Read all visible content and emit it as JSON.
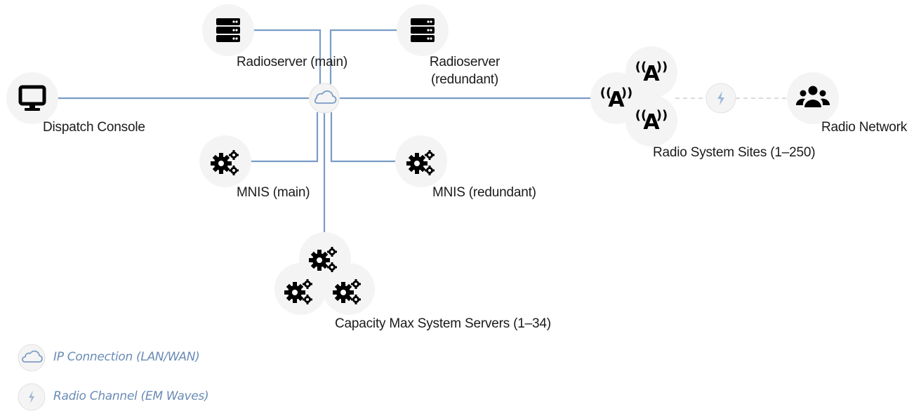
{
  "colors": {
    "line": "#7a9cc6",
    "node_bg": "#f4f4f4",
    "icon": "#000000",
    "legend_text": "#6b8bb5",
    "dashed": "#cfcfcf"
  },
  "nodes": {
    "radioserver_main": {
      "label": "Radioserver (main)",
      "icon": "server-icon"
    },
    "radioserver_redundant": {
      "label_line1": "Radioserver",
      "label_line2": "(redundant)",
      "icon": "server-icon"
    },
    "dispatch_console": {
      "label": "Dispatch Console",
      "icon": "monitor-icon"
    },
    "mnis_main": {
      "label": "MNIS (main)",
      "icon": "cogs-icon"
    },
    "mnis_redundant": {
      "label": "MNIS (redundant)",
      "icon": "cogs-icon"
    },
    "system_servers": {
      "label": "Capacity Max System Servers (1–34)",
      "icon": "cogs-icon"
    },
    "radio_sites": {
      "label": "Radio System Sites (1–250)",
      "icon": "radio-tower-icon"
    },
    "radio_network": {
      "label": "Radio Network",
      "icon": "users-icon"
    },
    "hub": {
      "icon": "cloud-icon"
    },
    "channel": {
      "icon": "bolt-icon"
    }
  },
  "legend": [
    {
      "icon": "cloud-icon",
      "text": "IP Connection (LAN/WAN)"
    },
    {
      "icon": "bolt-icon",
      "text": "Radio Channel (EM Waves)"
    }
  ]
}
